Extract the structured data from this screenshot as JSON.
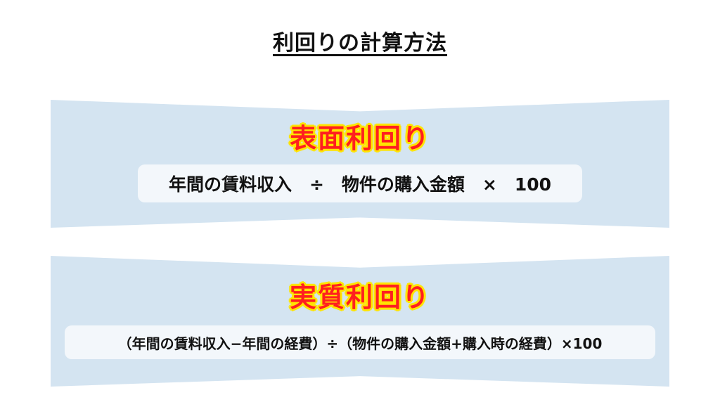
{
  "title": "利回りの計算方法",
  "sections": [
    {
      "heading": "表面利回り",
      "formula": "年間の賃料収入　÷　物件の購入金額　×　100"
    },
    {
      "heading": "実質利回り",
      "formula": "（年間の賃料収入−年間の経費）÷（物件の購入金額+購入時の経費）×100"
    }
  ],
  "colors": {
    "panel_background": "#d4e4f1",
    "formula_background": "#f3f7fb",
    "heading_text": "#ff1f1f",
    "heading_glow": "#ffe500"
  }
}
